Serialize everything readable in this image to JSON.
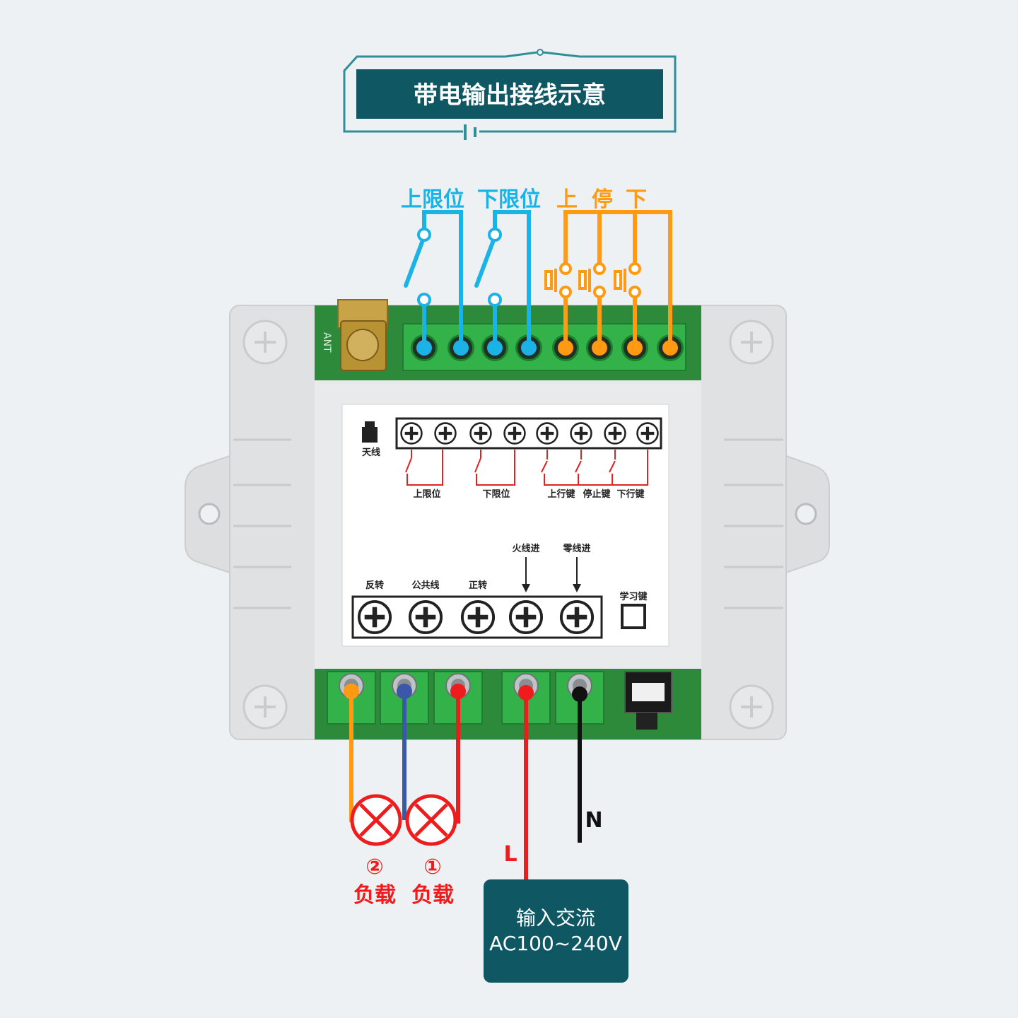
{
  "title": "带电输出接线示意",
  "colors": {
    "teal": "#0f5863",
    "blue": "#1bb3e6",
    "orange": "#ff9a12",
    "red": "#ee1c1c",
    "navy": "#3b57a8",
    "black": "#111111",
    "case": "#dfe1e2",
    "pcb": "#2d8a3a",
    "terminal_green": "#34b24a"
  },
  "top_labels": {
    "upper_limit": "上限位",
    "lower_limit": "下限位",
    "up": "上",
    "stop": "停",
    "down": "下"
  },
  "panel": {
    "antenna": "天线",
    "upper_limit": "上限位",
    "lower_limit": "下限位",
    "up_key": "上行键",
    "stop_key": "停止键",
    "down_key": "下行键",
    "live_in": "火线进",
    "neutral_in": "零线进",
    "reverse": "反转",
    "common": "公共线",
    "forward": "正转",
    "learn_key": "学习键"
  },
  "pcb_marks": {
    "ant": "ANT"
  },
  "loads": [
    {
      "number": "②",
      "label": "负载"
    },
    {
      "number": "①",
      "label": "负载"
    }
  ],
  "wires": {
    "live": "L",
    "neutral": "N"
  },
  "power_box": {
    "line1": "输入交流",
    "line2": "AC100~240V"
  }
}
